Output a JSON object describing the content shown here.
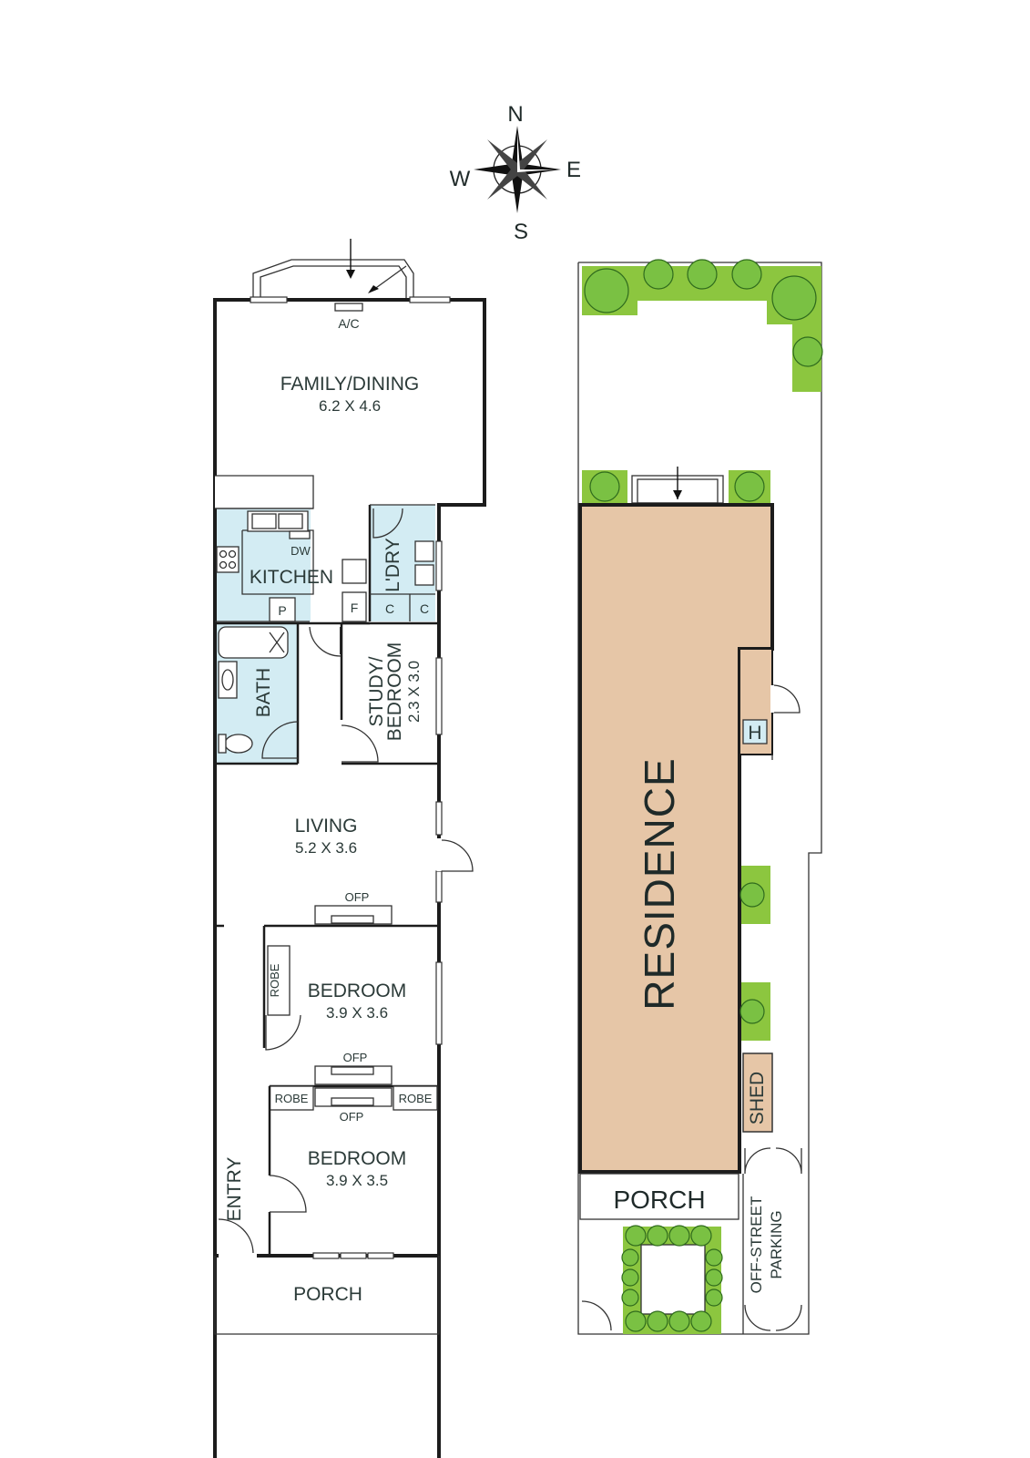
{
  "compass": {
    "north": "N",
    "south": "S",
    "east": "E",
    "west": "W"
  },
  "floor_plan": {
    "rooms": {
      "family_dining": {
        "name": "FAMILY/DINING",
        "dims": "6.2 X 4.6"
      },
      "kitchen": {
        "name": "KITCHEN"
      },
      "laundry": {
        "name": "L'DRY"
      },
      "bath": {
        "name": "BATH"
      },
      "study": {
        "name_line1": "STUDY/",
        "name_line2": "BEDROOM",
        "dims": "2.3 X 3.0"
      },
      "living": {
        "name": "LIVING",
        "dims": "5.2 X 3.6"
      },
      "bedroom1": {
        "name": "BEDROOM",
        "dims": "3.9 X 3.6"
      },
      "bedroom2": {
        "name": "BEDROOM",
        "dims": "3.9 X 3.5"
      },
      "entry": {
        "name": "ENTRY"
      },
      "porch": {
        "name": "PORCH"
      }
    },
    "fixtures": {
      "ac": "A/C",
      "dishwasher": "DW",
      "pantry": "P",
      "fridge": "F",
      "cupboard": "C",
      "open_fireplace": "OFP",
      "robe": "ROBE"
    }
  },
  "site_plan": {
    "residence": "RESIDENCE",
    "porch": "PORCH",
    "shed": "SHED",
    "hot_water": "H",
    "parking_line1": "OFF-STREET",
    "parking_line2": "PARKING"
  },
  "colors": {
    "wet_area": "#d3ecf3",
    "residence_fill": "#e6c6a7",
    "garden_green": "#8cc63f",
    "wall": "#1c1c1c",
    "text": "#2b3a38"
  }
}
